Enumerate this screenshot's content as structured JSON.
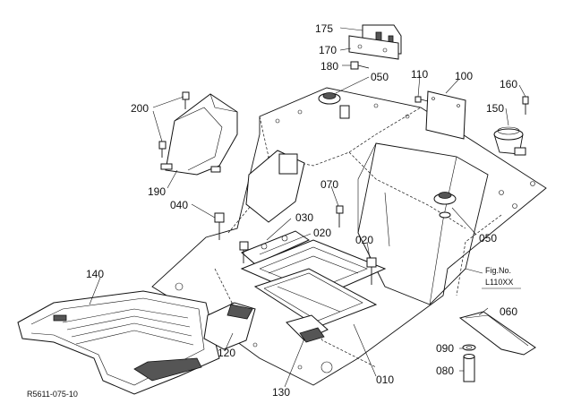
{
  "parts": {
    "p175": "175",
    "p170": "170",
    "p180": "180",
    "p050a": "050",
    "p110": "110",
    "p100": "100",
    "p160": "160",
    "p150": "150",
    "p200": "200",
    "p190": "190",
    "p070": "070",
    "p040": "040",
    "p030": "030",
    "p020a": "020",
    "p020b": "020",
    "p050b": "050",
    "p140": "140",
    "p060": "060",
    "p090": "090",
    "p080": "080",
    "p120": "120",
    "p130": "130",
    "p010": "010"
  },
  "figure": {
    "fig_label": "Fig.No.",
    "fig_number": "L110XX",
    "drawing_code": "R5611-075-10"
  }
}
